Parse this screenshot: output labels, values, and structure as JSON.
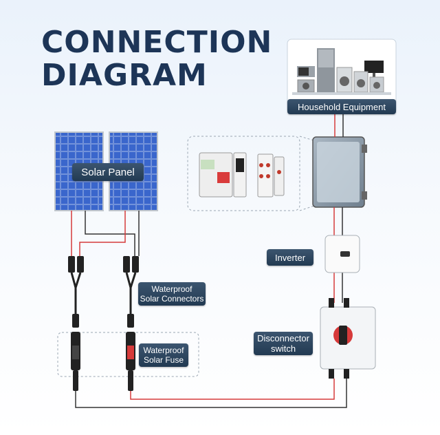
{
  "title": {
    "line1": "CONNECTION",
    "line2": "DIAGRAM"
  },
  "labels": {
    "household_equipment": "Household Equipment",
    "solar_panel": "Solar Panel",
    "inverter": "Inverter",
    "waterproof_connectors": [
      "Waterproof",
      "Solar Connectors"
    ],
    "disconnector_switch": [
      "Disconnector",
      "switch"
    ],
    "waterproof_fuse": [
      "Waterproof",
      "Solar Fuse"
    ]
  },
  "colors": {
    "title": "#1d3557",
    "label_bg": "#2c445c",
    "wire_red": "#d63a3a",
    "wire_black": "#333333",
    "panel_blue": "#2f55b8"
  },
  "icons": [
    "fridge-icon",
    "washer-icon",
    "microwave-icon",
    "tv-icon",
    "solar-panel-icon",
    "enclosure-box-icon",
    "inverter-icon",
    "disconnector-switch-icon",
    "mc4-connector-icon",
    "fuse-icon",
    "breaker-icon"
  ]
}
